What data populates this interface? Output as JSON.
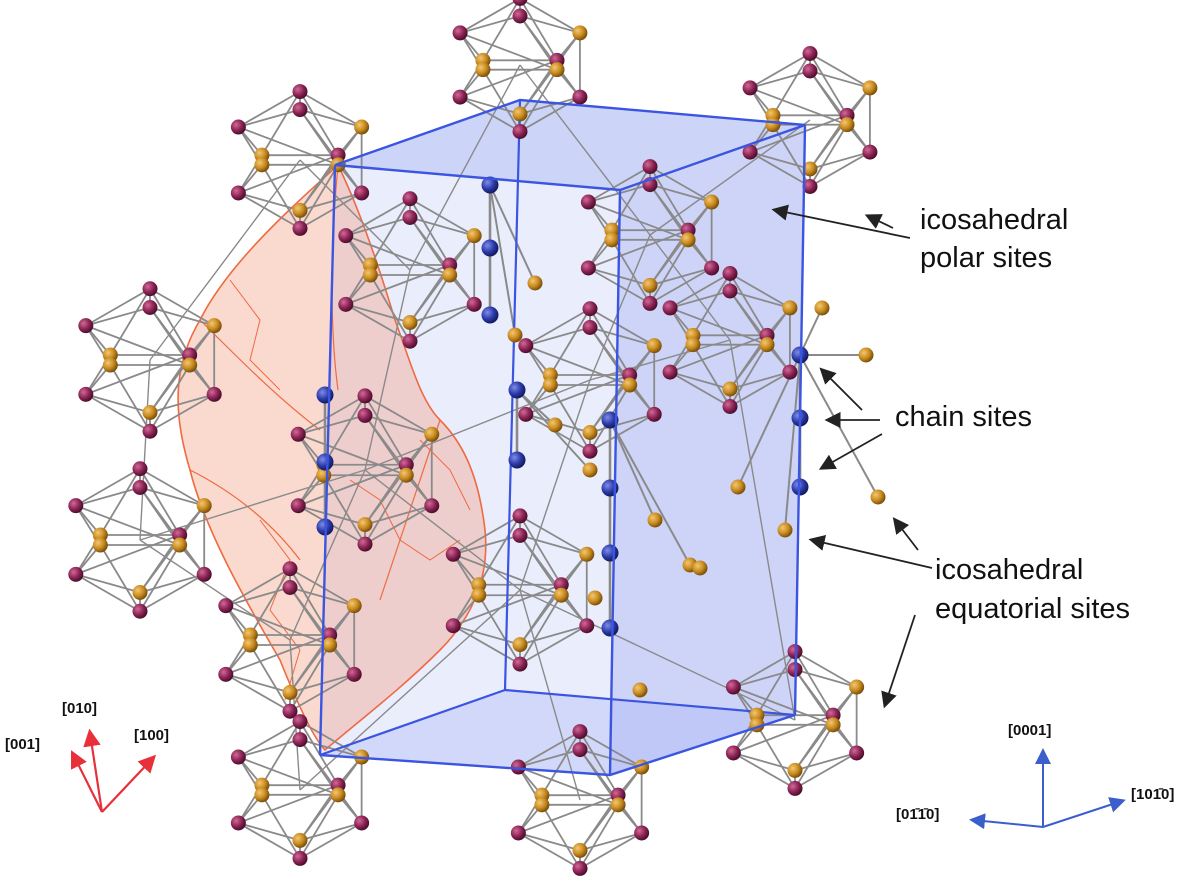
{
  "labels": {
    "polar_line1": "icosahedral",
    "polar_line2": "polar sites",
    "chain": "chain sites",
    "equatorial_line1": "icosahedral",
    "equatorial_line2": "equatorial sites"
  },
  "left_axes": {
    "a": "[001]",
    "b": "[010]",
    "c": "[100]",
    "color": "#e8303a"
  },
  "right_axes": {
    "up": "[0001]",
    "left_pre": "[0",
    "left_bar": "1̄1̄",
    "left_post": "0]",
    "right_pre": "[10",
    "right_bar": "1̄",
    "right_post": "0]",
    "color": "#3a5fcd"
  },
  "colors": {
    "icosahedral_polar_atom": "#8b2355",
    "icosahedral_equatorial_atom": "#c88a1e",
    "chain_atom": "#2a3aa8",
    "unit_cell": "#3b55e0",
    "polyhedron": "#ee6a40",
    "bond": "#8a8a8a"
  }
}
